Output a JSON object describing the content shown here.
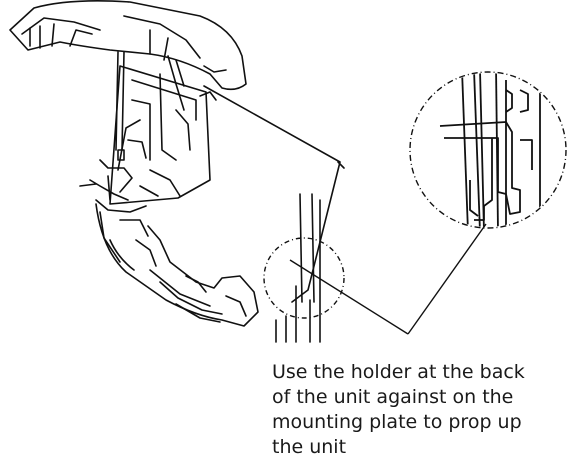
{
  "caption": {
    "lines": [
      "Use the holder at the back",
      "of the unit against on the",
      "mounting plate to prop up",
      "the unit"
    ]
  }
}
